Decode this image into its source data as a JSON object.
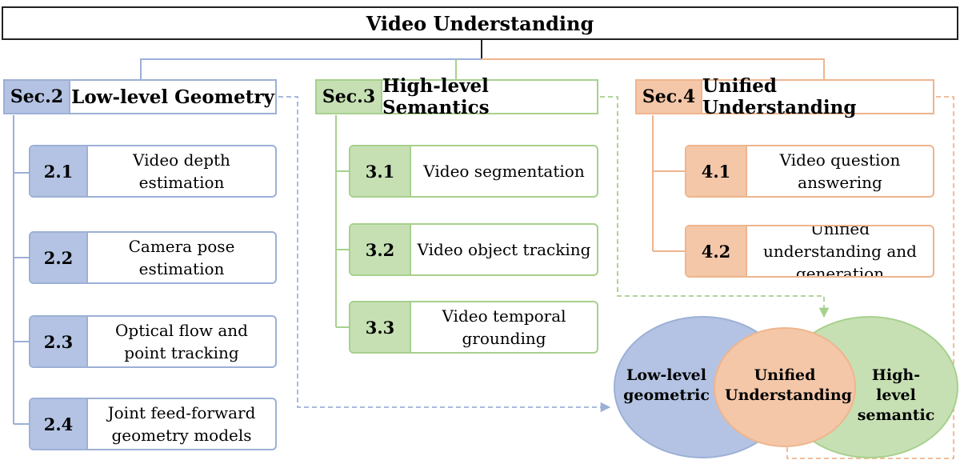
{
  "title": "Video Understanding",
  "sections": [
    {
      "tag": "Sec.2",
      "name": "Low-level Geometry",
      "items": [
        {
          "num": "2.1",
          "label": "Video depth estimation"
        },
        {
          "num": "2.2",
          "label": "Camera pose estimation"
        },
        {
          "num": "2.3",
          "label": "Optical flow and point tracking"
        },
        {
          "num": "2.4",
          "label": "Joint feed-forward geometry models"
        }
      ]
    },
    {
      "tag": "Sec.3",
      "name": "High-level Semantics",
      "items": [
        {
          "num": "3.1",
          "label": "Video segmentation"
        },
        {
          "num": "3.2",
          "label": "Video object tracking"
        },
        {
          "num": "3.3",
          "label": "Video temporal grounding"
        }
      ]
    },
    {
      "tag": "Sec.4",
      "name": "Unified Understanding",
      "items": [
        {
          "num": "4.1",
          "label": "Video question answering"
        },
        {
          "num": "4.2",
          "label": "Unified understanding and generation"
        }
      ]
    }
  ],
  "venn": {
    "left": "Low-level geometric",
    "center": "Unified Understanding",
    "right": "High-level semantic"
  },
  "colors": {
    "blue_fill": "#b4c3e3",
    "blue_border": "#9cb0d6",
    "green_fill": "#c6e0b4",
    "green_border": "#a8d08d",
    "orange_fill": "#f4c7a9",
    "orange_border": "#efb58e"
  }
}
